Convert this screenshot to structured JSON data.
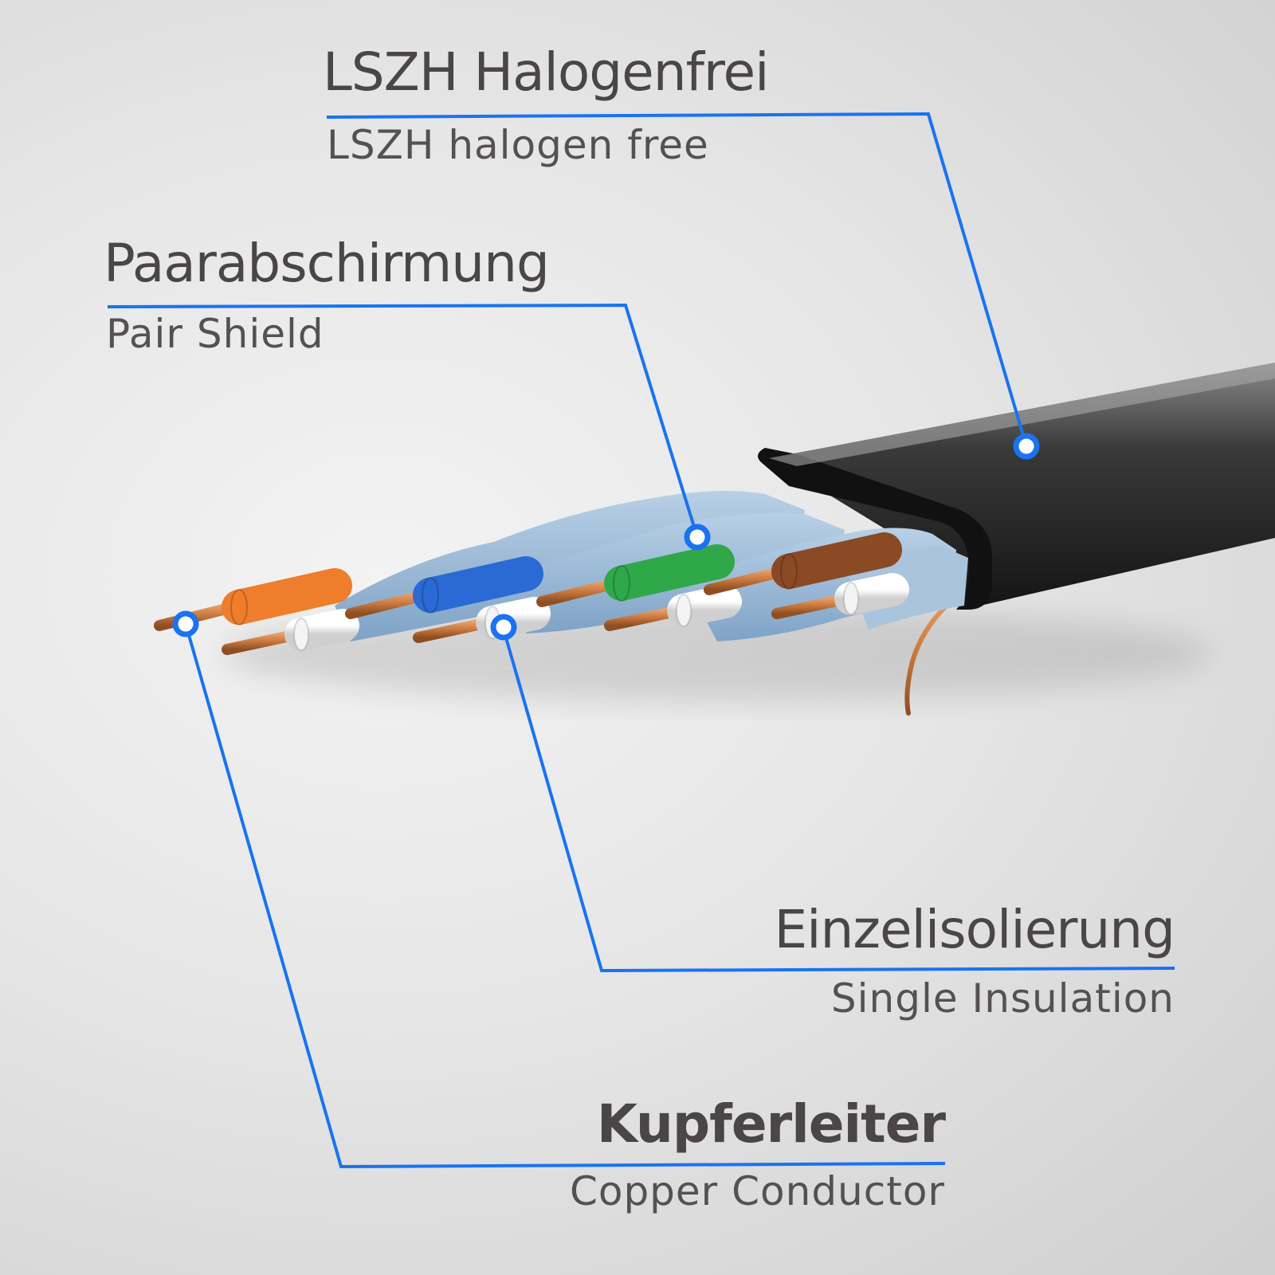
{
  "colors": {
    "callout": "#1a73f0",
    "text": "#4a4546",
    "jacket": "#2c2c2c",
    "shield": "#9dbbd6",
    "copper": "#c8783e"
  },
  "callouts": [
    {
      "title": "LSZH Halogenfrei",
      "subtitle": "LSZH halogen free",
      "icon": "jacket-callout-dot"
    },
    {
      "title": "Paarabschirmung",
      "subtitle": "Pair Shield",
      "icon": "shield-callout-dot"
    },
    {
      "title": "Einzelisolierung",
      "subtitle": "Single Insulation",
      "icon": "insulation-callout-dot"
    },
    {
      "title": "Kupferleiter",
      "subtitle": "Copper Conductor",
      "icon": "conductor-callout-dot"
    }
  ],
  "pairs": [
    {
      "color": "#ee7d2c",
      "name": "orange-pair"
    },
    {
      "color": "#2a6ad4",
      "name": "blue-pair"
    },
    {
      "color": "#2fa84a",
      "name": "green-pair"
    },
    {
      "color": "#8a4a24",
      "name": "brown-pair"
    }
  ]
}
